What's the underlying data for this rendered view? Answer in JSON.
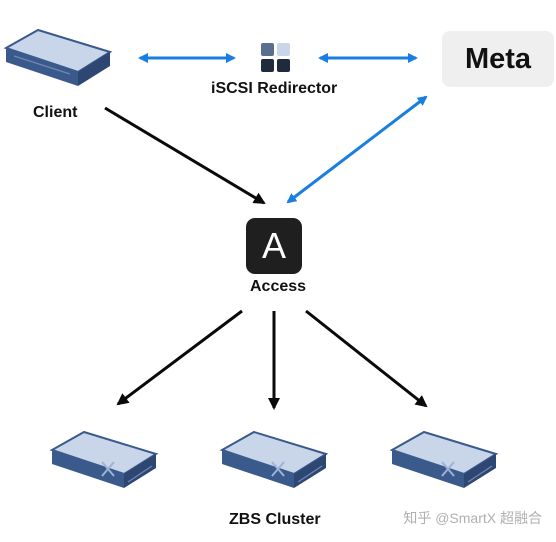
{
  "nodes": {
    "client_label": "Client",
    "redirector_label": "iSCSI Redirector",
    "meta_label": "Meta",
    "access_letter": "A",
    "access_label": "Access",
    "cluster_label": "ZBS Cluster"
  },
  "watermark": "知乎 @SmartX 超融合",
  "colors": {
    "blue_arrow": "#1a7ee0",
    "black_arrow": "#0a0a0a",
    "server_blue": "#3b5a8c",
    "server_light": "#c9d6ea"
  },
  "icons": {
    "client": "server-icon",
    "redirector": "grid-icon",
    "cluster": "server-icon"
  }
}
